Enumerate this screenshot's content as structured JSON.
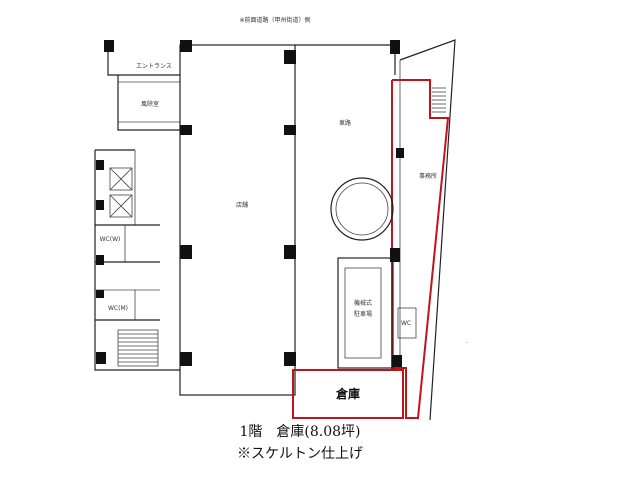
{
  "plan": {
    "road_note": "※前面道路（甲州街道）側",
    "rooms": {
      "entrance": "エントランス",
      "windbreak": "風除室",
      "store": "店舗",
      "parking": "車路",
      "office": "事務所",
      "wc_w": "WC(W)",
      "wc_m": "WC(M)",
      "mech_parking_1": "機械式",
      "mech_parking_2": "駐車場",
      "wc": "WC",
      "warehouse": "倉庫"
    },
    "caption_line1": "1階　倉庫(8.08坪)",
    "caption_line2": "※スケルトン仕上げ"
  },
  "colors": {
    "highlight": "#c0141b",
    "wall": "#222222"
  }
}
